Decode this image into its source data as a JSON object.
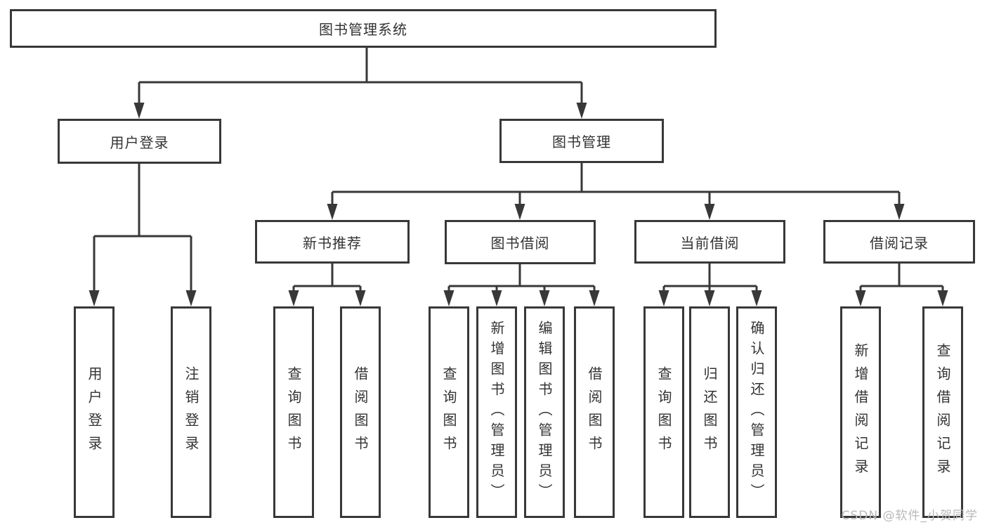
{
  "nodes": {
    "root": "图书管理系统",
    "user_login": "用户登录",
    "book_management": "图书管理",
    "new_book_recommend": "新书推荐",
    "book_borrow": "图书借阅",
    "current_borrow": "当前借阅",
    "borrow_records": "借阅记录",
    "user_login_children": [
      "用户登录",
      "注销登录"
    ],
    "new_book_recommend_children": [
      "查询图书",
      "借阅图书"
    ],
    "book_borrow_children": [
      "查询图书",
      "新增图书（管理员）",
      "编辑图书（管理员）",
      "借阅图书"
    ],
    "current_borrow_children": [
      "查询图书",
      "归还图书",
      "确认归还（管理员）"
    ],
    "borrow_records_children": [
      "新增借阅记录",
      "查询借阅记录"
    ]
  },
  "watermark": "CSDN @软件_小贺同学",
  "colors": {
    "line": "#383838",
    "text": "#333333",
    "background": "#ffffff",
    "watermark": "#b9b9b9"
  }
}
